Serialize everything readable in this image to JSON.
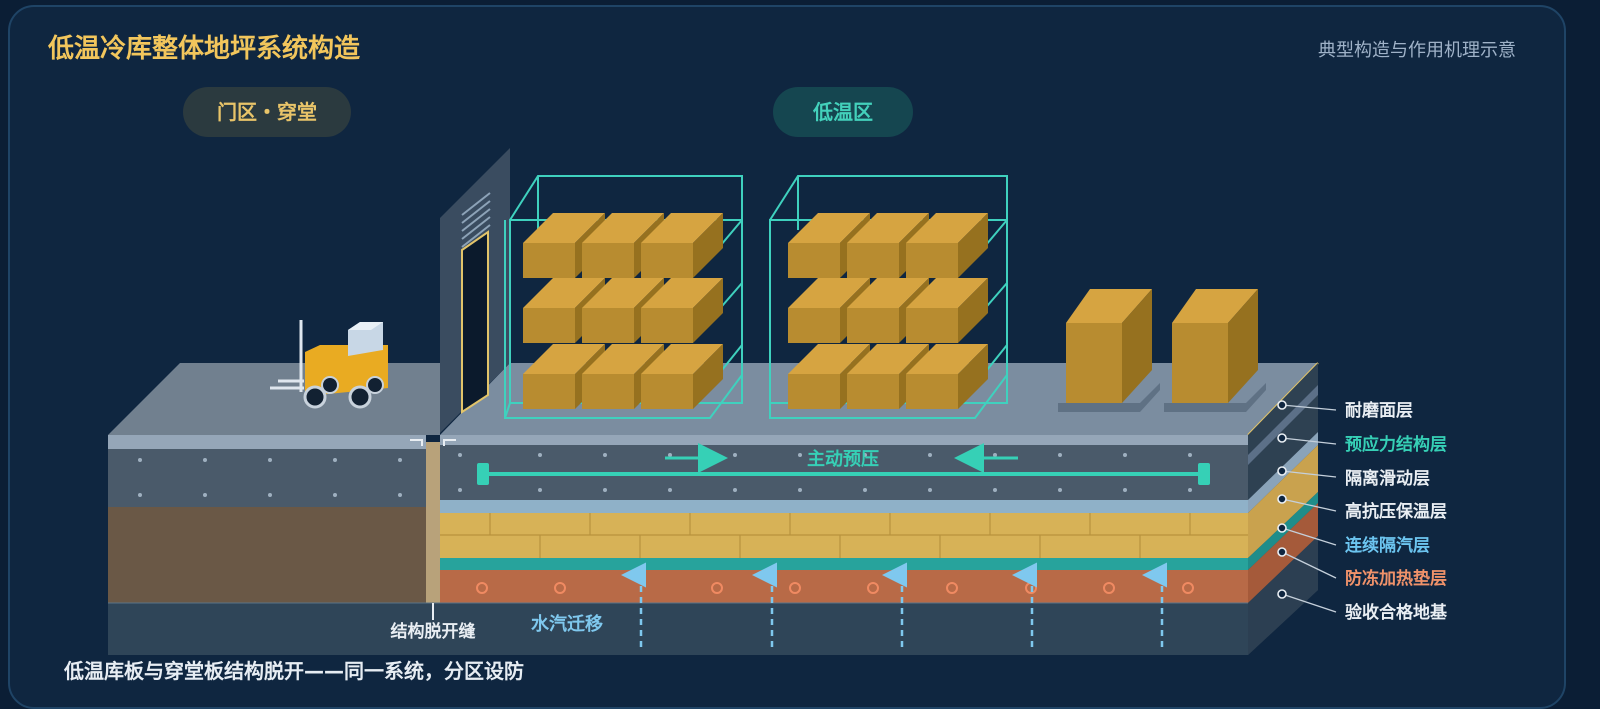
{
  "header": {
    "title": "低温冷库整体地坪系统构造",
    "subtitle": "典型构造与作用机理示意"
  },
  "zones": {
    "door": "门区・穿堂",
    "cold": "低温区"
  },
  "annotations": {
    "prestress": "主动预压",
    "joint": "结构脱开缝",
    "vapor_migration": "水汽迁移"
  },
  "layers": [
    {
      "label": "耐磨面层",
      "color": "#e9eef3"
    },
    {
      "label": "预应力结构层",
      "color": "#36d0b6"
    },
    {
      "label": "隔离滑动层",
      "color": "#e9eef3"
    },
    {
      "label": "高抗压保温层",
      "color": "#e9eef3"
    },
    {
      "label": "连续隔汽层",
      "color": "#6cc5f0"
    },
    {
      "label": "防冻加热垫层",
      "color": "#f0926a"
    },
    {
      "label": "验收合格地基",
      "color": "#e9eef3"
    }
  ],
  "footer": {
    "caption": "低温库板与穿堂板结构脱开——同一系统，分区设防"
  }
}
